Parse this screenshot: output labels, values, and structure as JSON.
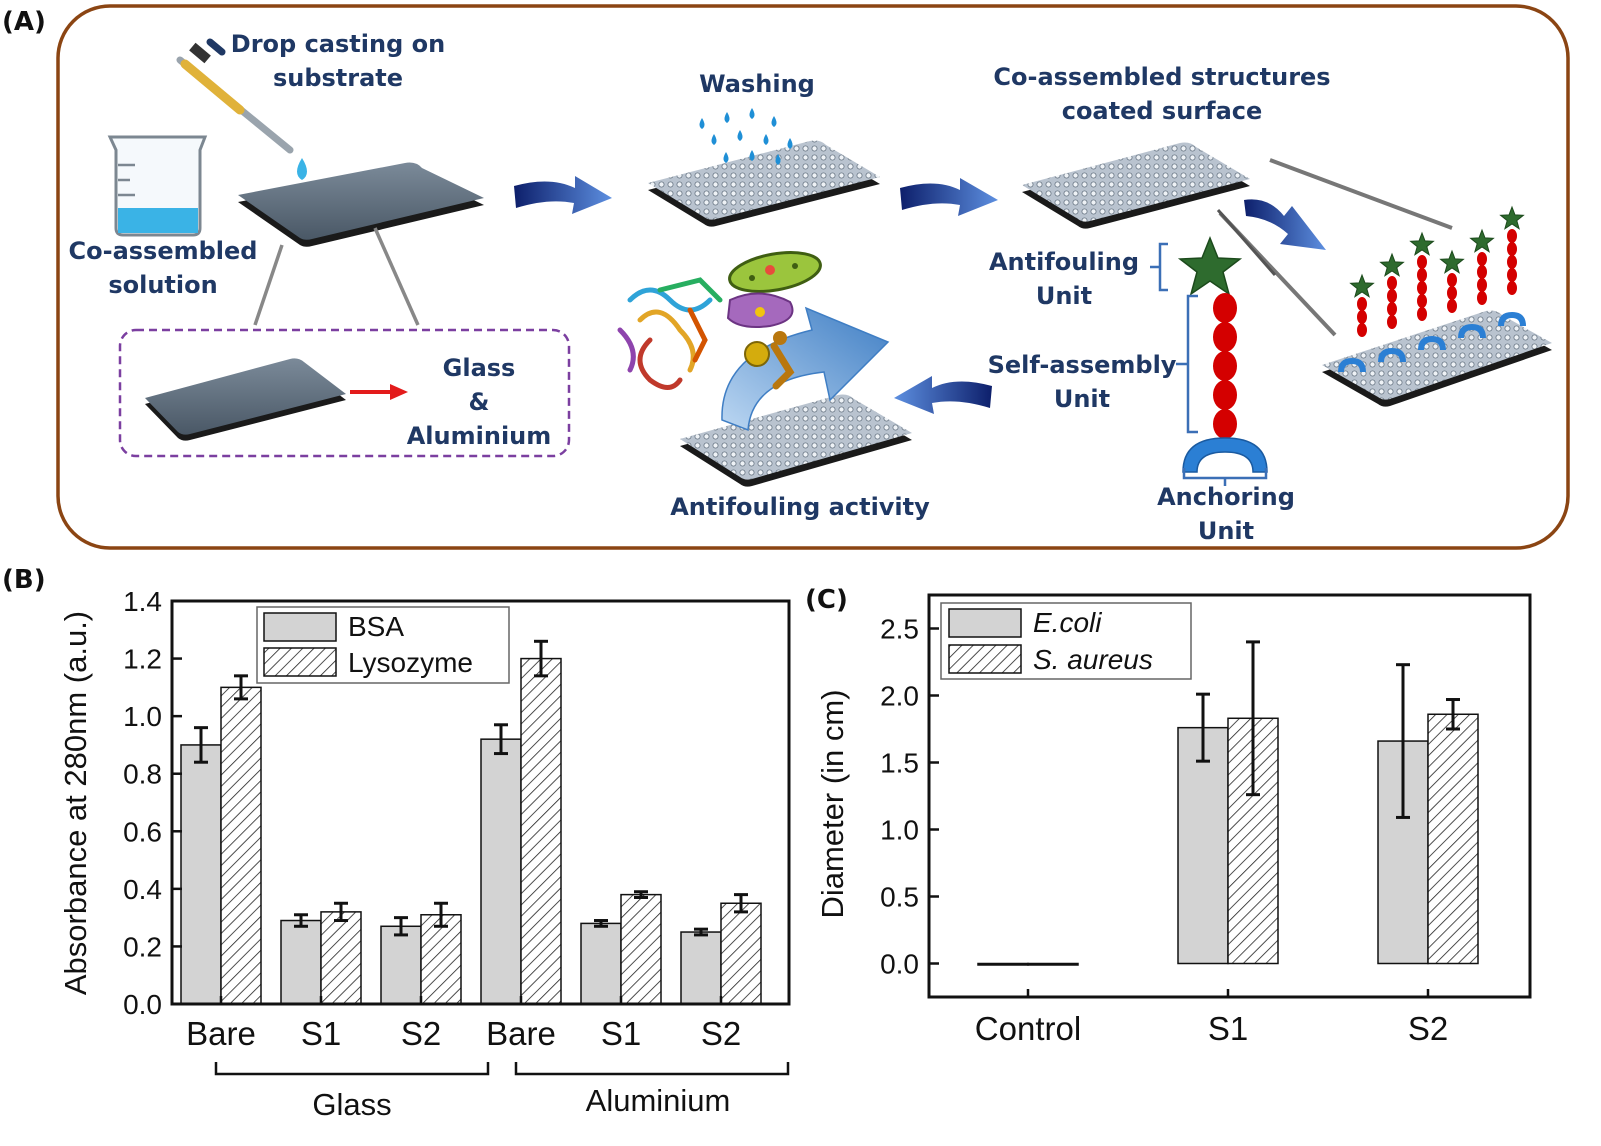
{
  "panels": {
    "a": "(A)",
    "b": "(B)",
    "c": "(C)"
  },
  "schematic": {
    "drop_casting": [
      "Drop casting on",
      "substrate"
    ],
    "washing": "Washing",
    "coated_surface": [
      "Co-assembled structures",
      "coated surface"
    ],
    "solution": [
      "Co-assembled",
      "solution"
    ],
    "substrates": [
      "Glass",
      "&",
      "Aluminium"
    ],
    "antifouling_unit": [
      "Antifouling",
      "Unit"
    ],
    "self_assembly_unit": [
      "Self-assembly",
      "Unit"
    ],
    "anchoring_unit": [
      "Anchoring",
      "Unit"
    ],
    "antifouling_activity": "Antifouling activity"
  },
  "colors": {
    "frame": "#8b4513",
    "schematic_text": "#1f3864",
    "bar_fill": "#d3d3d3",
    "arrow_blue": "#1e3a8a",
    "dashed_box": "#7b3fa0",
    "chain_red": "#d40000",
    "star_green": "#2e6b2e",
    "anchor_blue": "#2b7fd4",
    "substrate_gray": "#5d6d7e"
  },
  "chart_data": [
    {
      "type": "bar",
      "panel": "(B)",
      "categories": [
        "Bare",
        "S1",
        "S2",
        "Bare",
        "S1",
        "S2"
      ],
      "groups": [
        {
          "name": "Glass",
          "categories": [
            0,
            1,
            2
          ]
        },
        {
          "name": "Aluminium",
          "categories": [
            3,
            4,
            5
          ]
        }
      ],
      "series": [
        {
          "name": "BSA",
          "pattern": "solid",
          "values": [
            0.9,
            0.29,
            0.27,
            0.92,
            0.28,
            0.25
          ],
          "errors": [
            0.06,
            0.02,
            0.03,
            0.05,
            0.01,
            0.01
          ]
        },
        {
          "name": "Lysozyme",
          "pattern": "hatched",
          "values": [
            1.1,
            0.32,
            0.31,
            1.2,
            0.38,
            0.35
          ],
          "errors": [
            0.04,
            0.03,
            0.04,
            0.06,
            0.01,
            0.03
          ]
        }
      ],
      "xlabel": "",
      "ylabel": "Absorbance at 280nm (a.u.)",
      "ylim": [
        0,
        1.4
      ],
      "yticks": [
        "0.0",
        "0.2",
        "0.4",
        "0.6",
        "0.8",
        "1.0",
        "1.2",
        "1.4"
      ],
      "grid": false,
      "legend": "top-center"
    },
    {
      "type": "bar",
      "panel": "(C)",
      "categories": [
        "Control",
        "S1",
        "S2"
      ],
      "series": [
        {
          "name": "E.coli",
          "pattern": "solid",
          "values": [
            0.0,
            1.76,
            1.66
          ],
          "errors": [
            0.0,
            0.25,
            0.57
          ]
        },
        {
          "name": "S. aureus",
          "pattern": "hatched",
          "values": [
            0.0,
            1.83,
            1.86
          ],
          "errors": [
            0.0,
            0.57,
            0.11
          ]
        }
      ],
      "xlabel": "",
      "ylabel": "Diameter (in cm)",
      "ylim": [
        -0.25,
        2.75
      ],
      "yticks": [
        "0.0",
        "0.5",
        "1.0",
        "1.5",
        "2.0",
        "2.5"
      ],
      "grid": false,
      "legend": "top-left"
    }
  ]
}
